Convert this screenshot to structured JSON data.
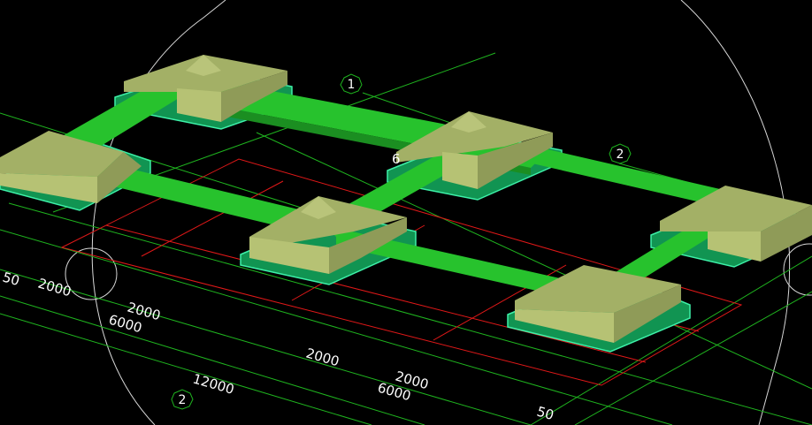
{
  "viewport": {
    "background": "#000000",
    "colors": {
      "beam_top": "#27c22d",
      "beam_side": "#1b8e21",
      "footing_top": "#a3b066",
      "footing_side": "#8f9b58",
      "pad_outline": "#3df0a8",
      "grid_line": "#1fb41f",
      "red_line": "#e01818",
      "orbit_circle": "#d8d8d8"
    }
  },
  "grid_bubbles": [
    {
      "label": "1"
    },
    {
      "label": "2"
    },
    {
      "label": "2"
    }
  ],
  "dimensions": [
    {
      "text": "50"
    },
    {
      "text": "2000"
    },
    {
      "text": "2000"
    },
    {
      "text": "6000"
    },
    {
      "text": "2000"
    },
    {
      "text": "2000"
    },
    {
      "text": "12000"
    },
    {
      "text": "6000"
    },
    {
      "text": "50"
    },
    {
      "text": "6"
    }
  ]
}
